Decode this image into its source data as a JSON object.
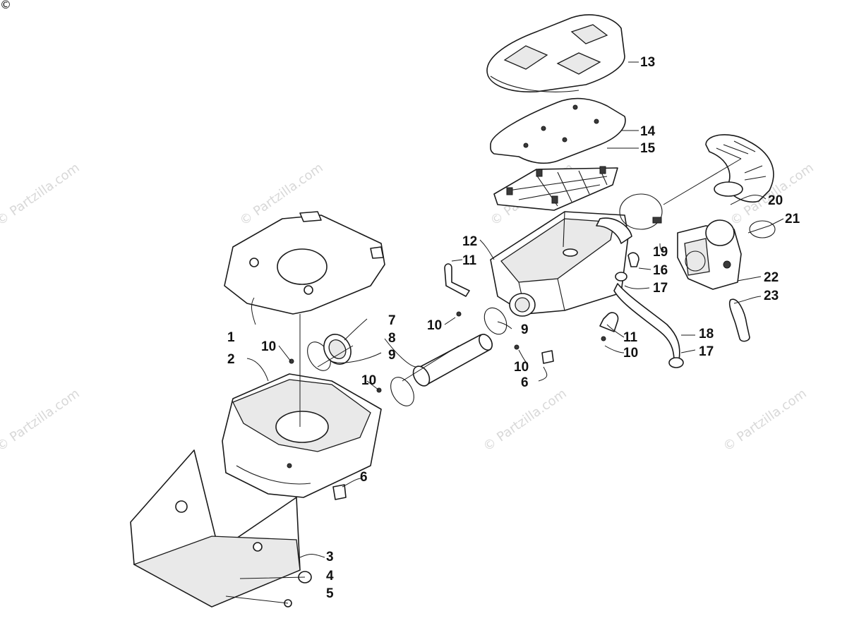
{
  "corner_mark": "©",
  "watermark": "© Partzilla.com",
  "callouts": [
    {
      "id": "c1",
      "text": "1"
    },
    {
      "id": "c2",
      "text": "2"
    },
    {
      "id": "c3",
      "text": "3"
    },
    {
      "id": "c4",
      "text": "4"
    },
    {
      "id": "c5",
      "text": "5"
    },
    {
      "id": "c6a",
      "text": "6"
    },
    {
      "id": "c6b",
      "text": "6"
    },
    {
      "id": "c7",
      "text": "7"
    },
    {
      "id": "c8",
      "text": "8"
    },
    {
      "id": "c9a",
      "text": "9"
    },
    {
      "id": "c9b",
      "text": "9"
    },
    {
      "id": "c10a",
      "text": "10"
    },
    {
      "id": "c10b",
      "text": "10"
    },
    {
      "id": "c10c",
      "text": "10"
    },
    {
      "id": "c10d",
      "text": "10"
    },
    {
      "id": "c10e",
      "text": "10"
    },
    {
      "id": "c11a",
      "text": "11"
    },
    {
      "id": "c11b",
      "text": "11"
    },
    {
      "id": "c12",
      "text": "12"
    },
    {
      "id": "c13",
      "text": "13"
    },
    {
      "id": "c14",
      "text": "14"
    },
    {
      "id": "c15",
      "text": "15"
    },
    {
      "id": "c16",
      "text": "16"
    },
    {
      "id": "c17a",
      "text": "17"
    },
    {
      "id": "c17b",
      "text": "17"
    },
    {
      "id": "c18",
      "text": "18"
    },
    {
      "id": "c19",
      "text": "19"
    },
    {
      "id": "c20",
      "text": "20"
    },
    {
      "id": "c21",
      "text": "21"
    },
    {
      "id": "c22",
      "text": "22"
    },
    {
      "id": "c23",
      "text": "23"
    }
  ]
}
